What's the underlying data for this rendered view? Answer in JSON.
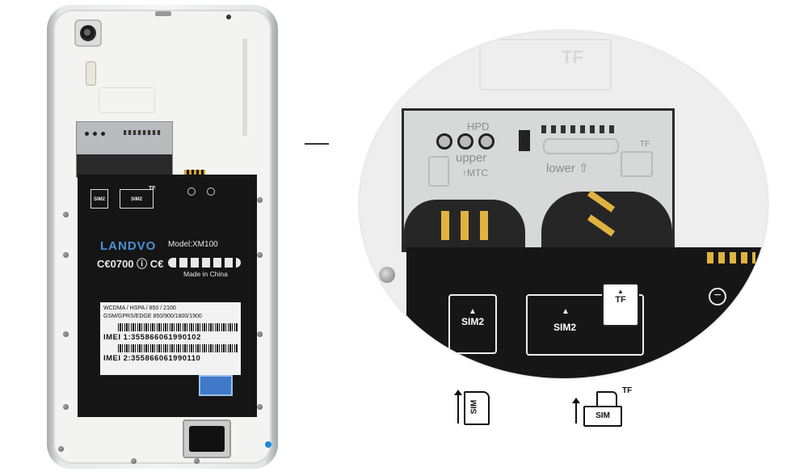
{
  "battery": {
    "brand": "LANDVO",
    "model": "Model:XM100",
    "certs": "C€0700 ⓘ C€",
    "made_in": "Made in China",
    "sim_mini_label": "SIM2",
    "tf_mini_label": "TF"
  },
  "label": {
    "line1": "WCDMA / HSPA / 850 / 2100",
    "line2": "GSM/GPRS/EDGE 850/900/1800/1900",
    "imei1": "IMEI 1:355866061990102",
    "imei2": "IMEI 2:355866061990110"
  },
  "zoom": {
    "hpd": "HPD",
    "upper": "upper",
    "mtc": "↑MTC",
    "lower": "lower ⇧",
    "tf_small": "TF",
    "sim2_a": "SIM2",
    "sim2_b": "SIM2",
    "tf": "TF"
  },
  "icons": {
    "sim_label": "SIM",
    "simtf_sim_label": "SIM",
    "simtf_tf_label": "TF"
  },
  "colors": {
    "brand_blue": "#4d8fd6",
    "battery_black": "#151515",
    "tray_grey": "#d7d8d8"
  }
}
